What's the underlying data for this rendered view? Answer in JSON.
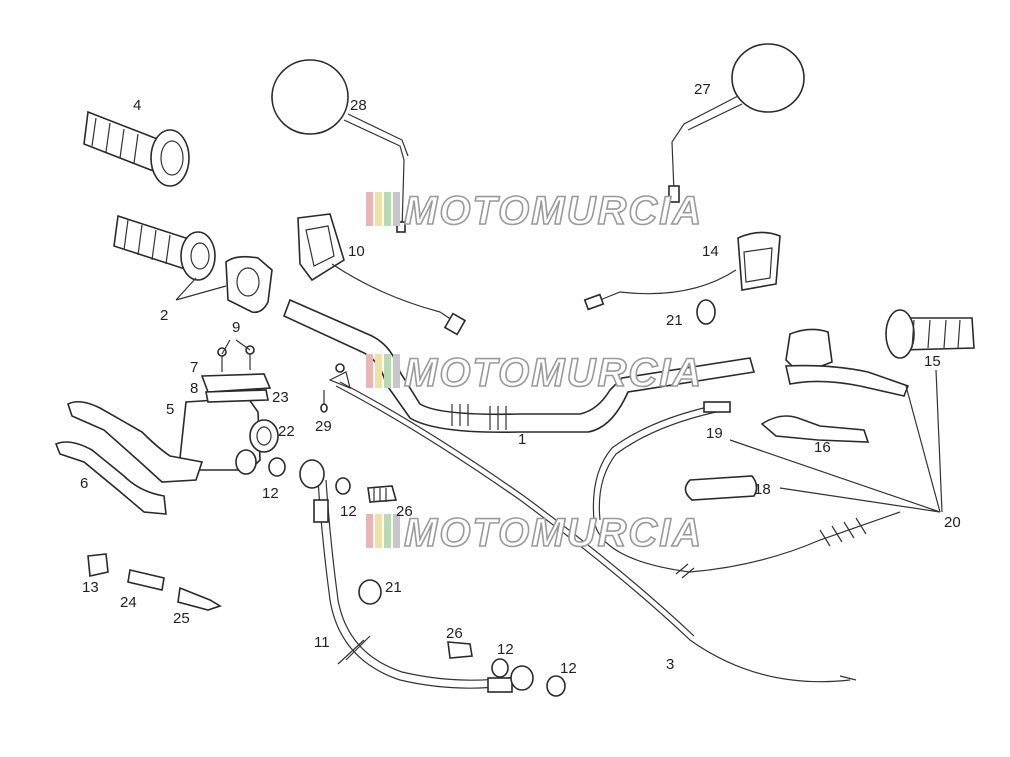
{
  "watermark": {
    "text": "MOTOMURCIA",
    "stripe_colors": [
      "#e7b7b7",
      "#f0e2a0",
      "#b9d9b5",
      "#c8c8c8"
    ]
  },
  "labels": {
    "l1": "1",
    "l2": "2",
    "l3": "3",
    "l4": "4",
    "l5": "5",
    "l6": "6",
    "l7": "7",
    "l8": "8",
    "l9": "9",
    "l10": "10",
    "l11": "11",
    "l12a": "12",
    "l12b": "12",
    "l12c": "12",
    "l12d": "12",
    "l13": "13",
    "l14": "14",
    "l15": "15",
    "l16": "16",
    "l18": "18",
    "l19": "19",
    "l20": "20",
    "l21a": "21",
    "l21b": "21",
    "l22": "22",
    "l23": "23",
    "l24": "24",
    "l25": "25",
    "l26a": "26",
    "l26b": "26",
    "l27": "27",
    "l28": "28",
    "l29": "29"
  }
}
